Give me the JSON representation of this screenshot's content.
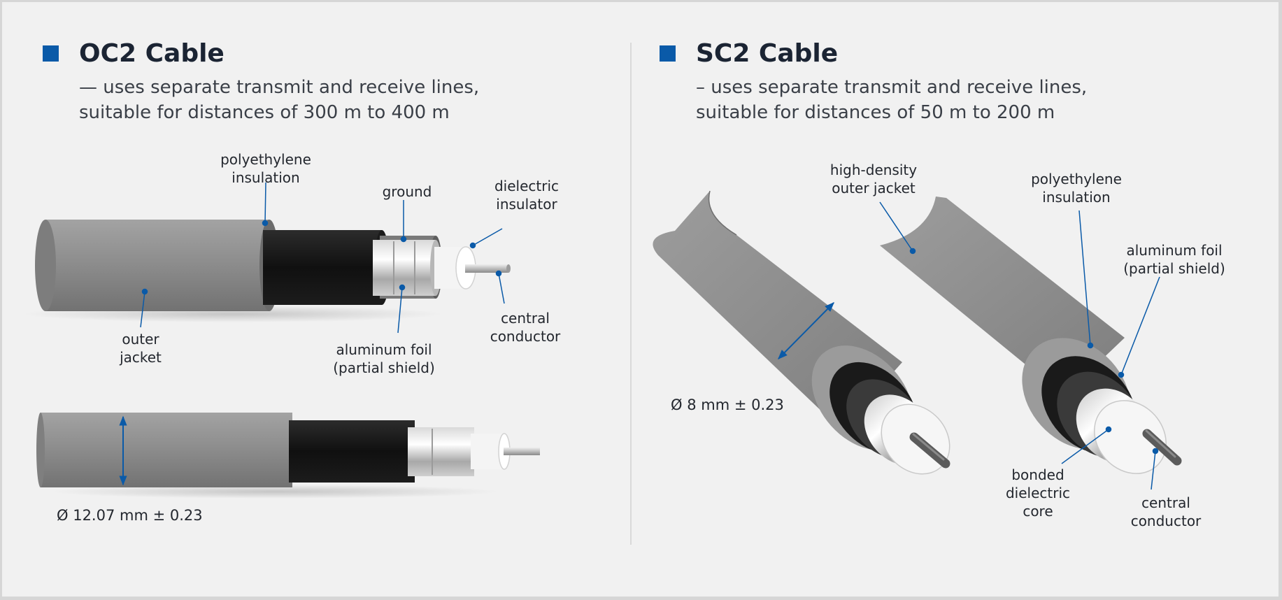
{
  "oc2": {
    "title": "OC2 Cable",
    "desc_line1": "— uses separate transmit and receive lines,",
    "desc_line2": "suitable for distances of 300 m to 400 m",
    "labels": {
      "polyethylene_insulation": [
        "polyethylene",
        "insulation"
      ],
      "ground": "ground",
      "dielectric_insulator": [
        "dielectric",
        "insulator"
      ],
      "central_conductor": [
        "central",
        "conductor"
      ],
      "aluminum_foil": [
        "aluminum foil",
        "(partial shield)"
      ],
      "outer_jacket": [
        "outer",
        "jacket"
      ]
    },
    "diameter": "Ø 12.07 mm ± 0.23"
  },
  "sc2": {
    "title": "SC2 Cable",
    "desc_line1": "– uses separate transmit and receive lines,",
    "desc_line2": "suitable for distances of 50 m to 200 m",
    "labels": {
      "high_density_outer_jacket": [
        "high-density",
        "outer jacket"
      ],
      "polyethylene_insulation": [
        "polyethylene",
        "insulation"
      ],
      "aluminum_foil": [
        "aluminum foil",
        "(partial shield)"
      ],
      "bonded_dielectric_core": [
        "bonded",
        "dielectric",
        "core"
      ],
      "central_conductor": [
        "central",
        "conductor"
      ]
    },
    "diameter": "Ø 8 mm ± 0.23"
  },
  "colors": {
    "accent": "#0a5aa8",
    "jacket": "#8c8c8c",
    "insulation": "#151515",
    "dielectric": "#f4f4f4"
  }
}
